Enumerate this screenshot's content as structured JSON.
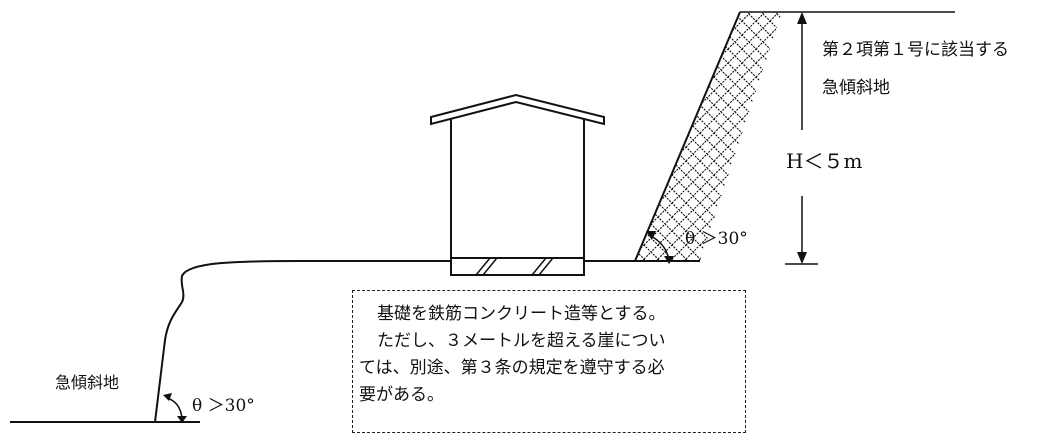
{
  "labels": {
    "steep_slope_upper_line1": "第２項第１号に該当する",
    "steep_slope_upper_line2": "急傾斜地",
    "height": "H＜５m",
    "angle_right": "θ ＞30°",
    "angle_left": "θ ＞30°",
    "steep_slope_left": "急傾斜地"
  },
  "note": {
    "line1": "基礎を鉄筋コンクリート造等とする。",
    "line2": "ただし、３メートルを超える崖につい",
    "line3": "ては、別途、第３条の規定を遵守する必",
    "line4": "要がある。"
  },
  "colors": {
    "line": "#111111",
    "background": "#ffffff"
  }
}
